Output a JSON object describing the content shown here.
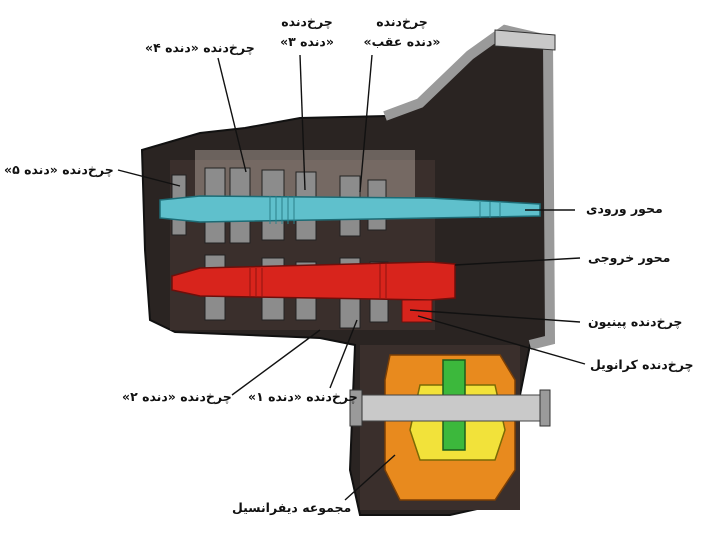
{
  "labels": {
    "gear_5": "چرخ‌دنده «دنده ۵»",
    "gear_4": "چرخ‌دنده «دنده ۴»",
    "gear_3_line1": "چرخ‌دنده",
    "gear_3_line2": "«دنده ۳»",
    "gear_reverse_line1": "چرخ‌دنده",
    "gear_reverse_line2": "«دنده عقب»",
    "input_shaft": "محور ورودی",
    "output_shaft": "محور خروجی",
    "pinion_gear": "چرخ‌دنده پینیون",
    "crown_gear": "چرخ‌دنده کرانویل",
    "gear_1": "چرخ‌دنده «دنده ۱»",
    "gear_2": "چرخ‌دنده «دنده ۲»",
    "differential": "مجموعه دیفرانسیل"
  },
  "colors": {
    "housing": "#2a2422",
    "input_shaft": "#5fc0cc",
    "output_shaft": "#d8241c",
    "differential_housing": "#e88a1e",
    "differential_gears": "#f2e23a",
    "differential_center": "#3cb83c",
    "metal": "#bfbfbf"
  }
}
